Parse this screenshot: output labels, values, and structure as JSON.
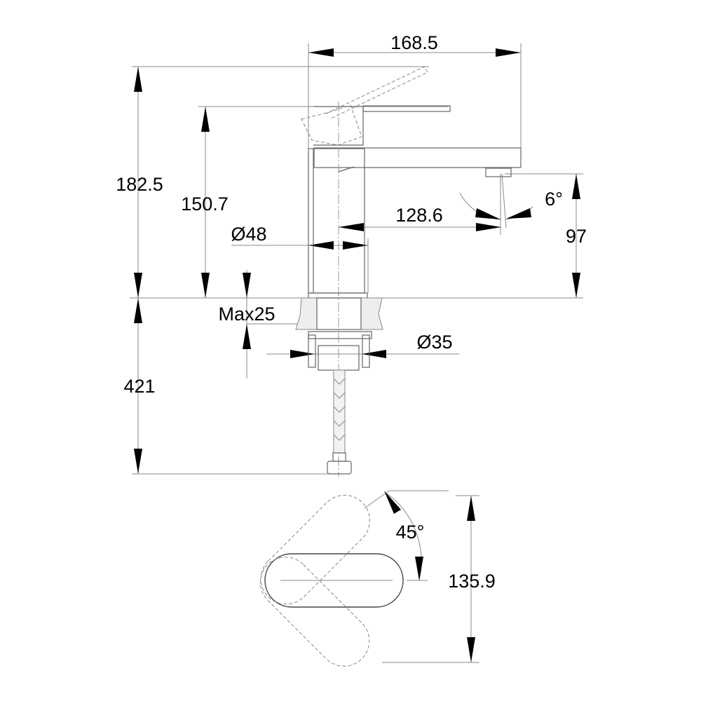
{
  "drawing": {
    "dimensions": {
      "overall_length": "168.5",
      "overall_height": "182.5",
      "handle_height": "150.7",
      "body_diameter": "Ø48",
      "spout_reach": "128.6",
      "spout_angle": "6°",
      "spout_height": "97",
      "max_counter_thickness": "Max25",
      "mount_diameter": "Ø35",
      "hose_length": "421",
      "handle_rotation": "45°",
      "top_view_depth": "135.9"
    }
  }
}
